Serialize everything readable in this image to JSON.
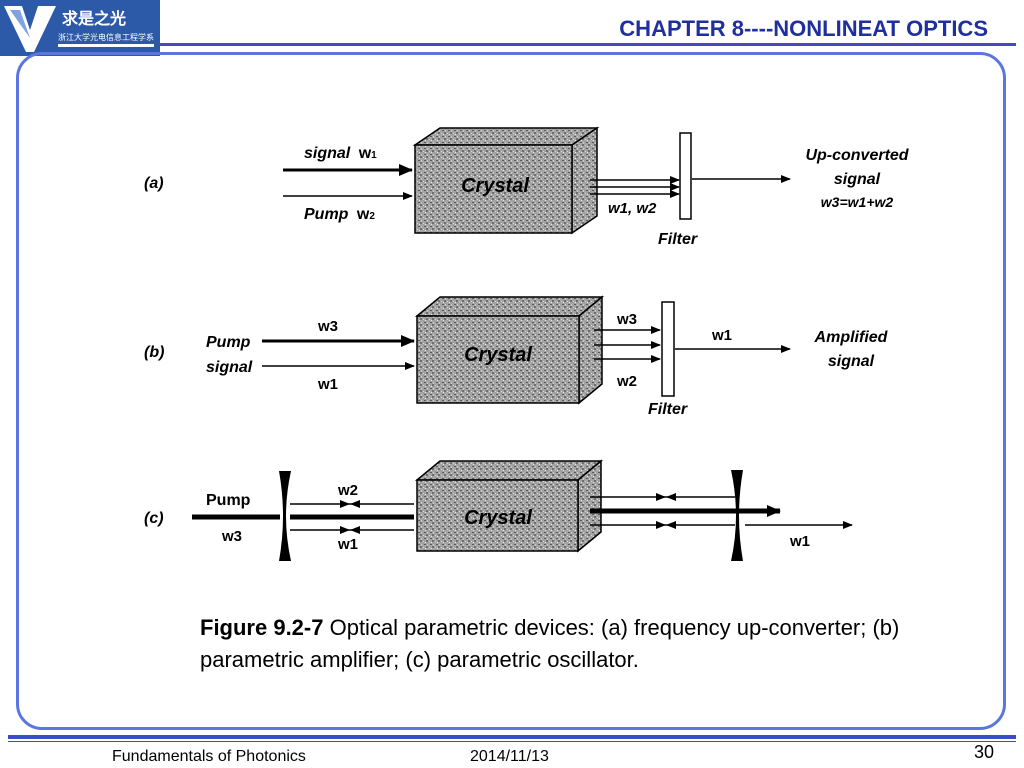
{
  "header": {
    "chapter_title": "CHAPTER 8----NONLINEAT OPTICS",
    "logo_text": "求是之光",
    "logo_subtext": "浙江大学光电信息工程学系"
  },
  "colors": {
    "title_blue": "#1f2f9e",
    "frame_blue": "#5b76e0",
    "rule_blue": "#3b4cc8",
    "crystal_gray": "#9a9a9a"
  },
  "diagram": {
    "crystal_label": "Crystal",
    "panel_a": {
      "tag": "(a)",
      "signal_label": "signal",
      "signal_freq": "w",
      "signal_sub": "1",
      "pump_label": "Pump",
      "pump_freq": "w",
      "pump_sub": "2",
      "out_freqs": "w1, w2",
      "filter_label": "Filter",
      "output_line1": "Up-converted",
      "output_line2": "signal",
      "output_eq": "w3=w1+w2"
    },
    "panel_b": {
      "tag": "(b)",
      "pump_label": "Pump",
      "signal_label": "signal",
      "in_top": "w3",
      "in_bottom": "w1",
      "out_top": "w3",
      "out_bottom": "w2",
      "out_main": "w1",
      "filter_label": "Filter",
      "output_line1": "Amplified",
      "output_line2": "signal"
    },
    "panel_c": {
      "tag": "(c)",
      "pump_label": "Pump",
      "pump_freq": "w3",
      "in_top": "w2",
      "in_bottom": "w1",
      "out_freq": "w1"
    }
  },
  "caption": {
    "figure_number": "Figure 9.2-7",
    "text": " Optical parametric devices: (a) frequency up-converter; (b) parametric amplifier; (c) parametric oscillator."
  },
  "footer": {
    "left_text": "Fundamentals of Photonics",
    "date": "2014/11/13",
    "page_number": "30"
  }
}
